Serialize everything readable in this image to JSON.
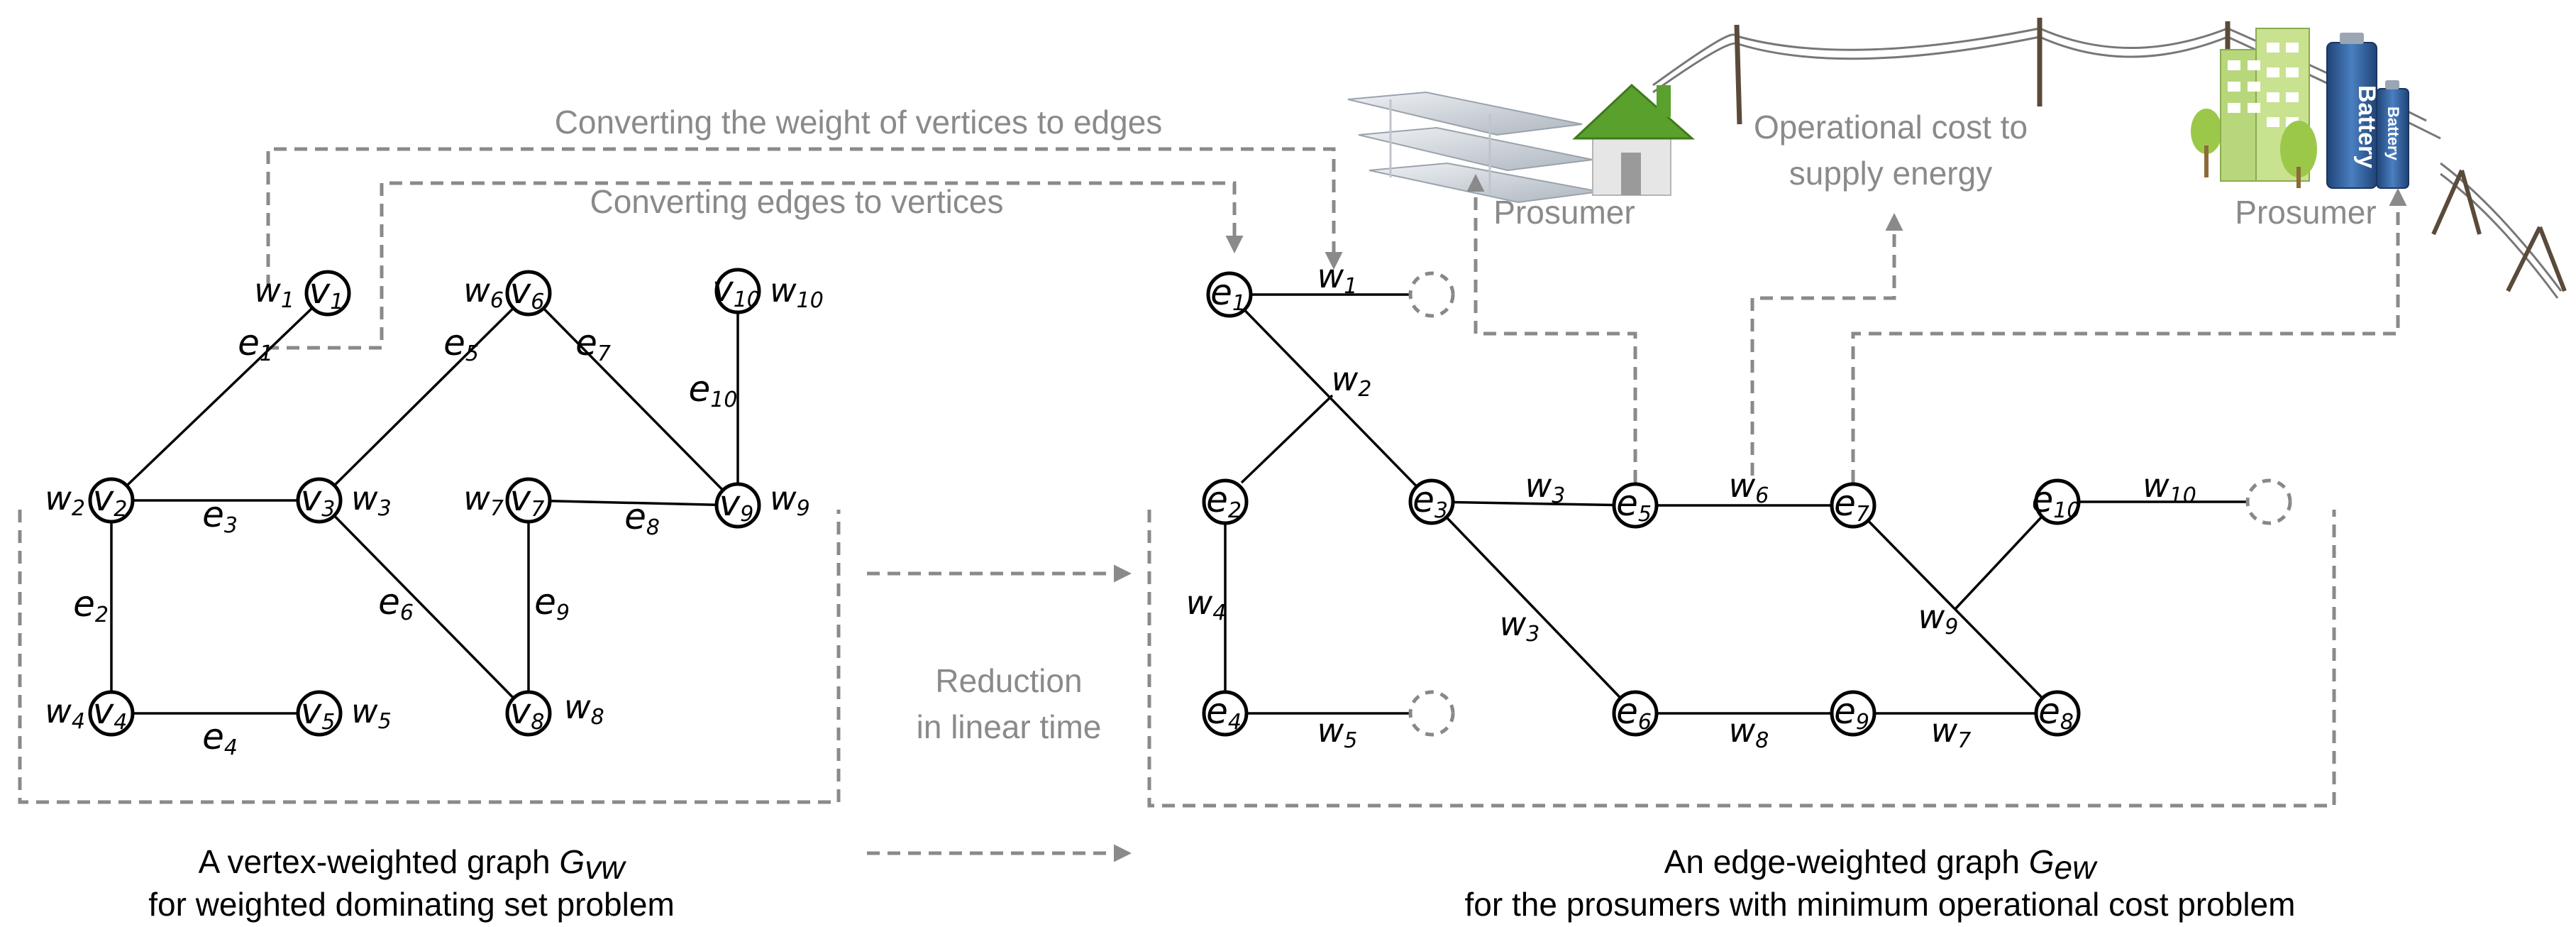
{
  "left_graph": {
    "nodes": [
      {
        "id": "v1",
        "name": "v",
        "sub": "1",
        "weight": "w",
        "wsub": "1"
      },
      {
        "id": "v2",
        "name": "v",
        "sub": "2",
        "weight": "w",
        "wsub": "2"
      },
      {
        "id": "v3",
        "name": "v",
        "sub": "3",
        "weight": "w",
        "wsub": "3"
      },
      {
        "id": "v4",
        "name": "v",
        "sub": "4",
        "weight": "w",
        "wsub": "4"
      },
      {
        "id": "v5",
        "name": "v",
        "sub": "5",
        "weight": "w",
        "wsub": "5"
      },
      {
        "id": "v6",
        "name": "v",
        "sub": "6",
        "weight": "w",
        "wsub": "6"
      },
      {
        "id": "v7",
        "name": "v",
        "sub": "7",
        "weight": "w",
        "wsub": "7"
      },
      {
        "id": "v8",
        "name": "v",
        "sub": "8",
        "weight": "w",
        "wsub": "8"
      },
      {
        "id": "v9",
        "name": "v",
        "sub": "9",
        "weight": "w",
        "wsub": "9"
      },
      {
        "id": "v10",
        "name": "v",
        "sub": "10",
        "weight": "w",
        "wsub": "10"
      }
    ],
    "edges": [
      {
        "id": "e1",
        "from": "v1",
        "to": "v2",
        "name": "e",
        "sub": "1"
      },
      {
        "id": "e2",
        "from": "v2",
        "to": "v4",
        "name": "e",
        "sub": "2"
      },
      {
        "id": "e3",
        "from": "v2",
        "to": "v3",
        "name": "e",
        "sub": "3"
      },
      {
        "id": "e4",
        "from": "v4",
        "to": "v5",
        "name": "e",
        "sub": "4"
      },
      {
        "id": "e5",
        "from": "v3",
        "to": "v6",
        "name": "e",
        "sub": "5"
      },
      {
        "id": "e6",
        "from": "v3",
        "to": "v8",
        "name": "e",
        "sub": "6"
      },
      {
        "id": "e7",
        "from": "v6",
        "to": "v9",
        "name": "e",
        "sub": "7"
      },
      {
        "id": "e8",
        "from": "v7",
        "to": "v9",
        "name": "e",
        "sub": "8"
      },
      {
        "id": "e9",
        "from": "v7",
        "to": "v8",
        "name": "e",
        "sub": "9"
      },
      {
        "id": "e10",
        "from": "v10",
        "to": "v9",
        "name": "e",
        "sub": "10"
      }
    ],
    "caption_line1": "A vertex-weighted graph ",
    "caption_symbol": "G",
    "caption_symbol_sub": "vw",
    "caption_line2": "for weighted dominating set problem"
  },
  "right_graph": {
    "nodes": [
      {
        "id": "e1",
        "name": "e",
        "sub": "1"
      },
      {
        "id": "e2",
        "name": "e",
        "sub": "2"
      },
      {
        "id": "e3",
        "name": "e",
        "sub": "3"
      },
      {
        "id": "e4",
        "name": "e",
        "sub": "4"
      },
      {
        "id": "e5",
        "name": "e",
        "sub": "5"
      },
      {
        "id": "e6",
        "name": "e",
        "sub": "6"
      },
      {
        "id": "e7",
        "name": "e",
        "sub": "7"
      },
      {
        "id": "e8",
        "name": "e",
        "sub": "8"
      },
      {
        "id": "e9",
        "name": "e",
        "sub": "9"
      },
      {
        "id": "e10",
        "name": "e",
        "sub": "10"
      }
    ],
    "dummy_nodes": [
      "d1",
      "d4",
      "d10"
    ],
    "edges": [
      {
        "from": "e1",
        "to": "d1",
        "weight": "w",
        "wsub": "1"
      },
      {
        "from": "e1",
        "to": "e3",
        "weight": "w",
        "wsub": "2"
      },
      {
        "from": "e3",
        "to": "e5",
        "weight": "w",
        "wsub": "3"
      },
      {
        "from": "e3",
        "to": "e6",
        "weight": "w",
        "wsub": "3"
      },
      {
        "from": "e2",
        "to": "e4",
        "weight": "w",
        "wsub": "4"
      },
      {
        "from": "e4",
        "to": "d4",
        "weight": "w",
        "wsub": "5"
      },
      {
        "from": "e5",
        "to": "e7",
        "weight": "w",
        "wsub": "6"
      },
      {
        "from": "e9",
        "to": "e8",
        "weight": "w",
        "wsub": "7"
      },
      {
        "from": "e6",
        "to": "e9",
        "weight": "w",
        "wsub": "8"
      },
      {
        "from": "e7",
        "to": "e8",
        "weight": "w",
        "wsub": "9"
      },
      {
        "from": "e10",
        "to": "d10",
        "weight": "w",
        "wsub": "10"
      }
    ],
    "caption_line1": "An edge-weighted graph ",
    "caption_symbol": "G",
    "caption_symbol_sub": "ew",
    "caption_line2": "for the prosumers with minimum operational cost problem"
  },
  "annotations": {
    "weight_to_edges": "Converting the weight of vertices to edges",
    "edges_to_vertices": "Converting edges to vertices",
    "reduction_line1": "Reduction",
    "reduction_line2": "in linear time",
    "operational_line1": "Operational cost to",
    "operational_line2": "supply energy",
    "prosumer_left": "Prosumer",
    "prosumer_right": "Prosumer",
    "battery_label": "Battery"
  },
  "colors": {
    "dashed_gray": "#8a8a8a",
    "house_roof": "#5aa02c",
    "battery_blue": "#2d5d9a",
    "building_green": "#b7d77a"
  }
}
